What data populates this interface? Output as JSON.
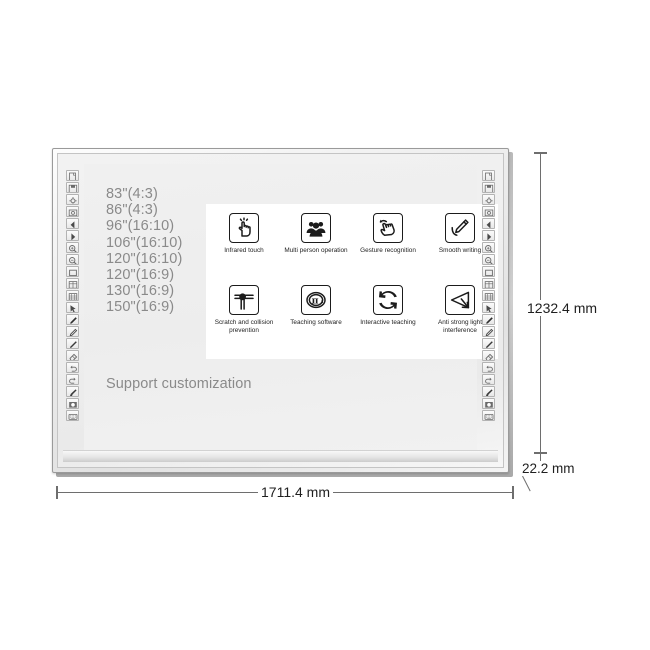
{
  "product": {
    "type": "interactive-whiteboard",
    "screen": {
      "size_options_heading": "",
      "size_options": [
        "83\"(4:3)",
        "86\"(4:3)",
        "96\"(16:10)",
        "106\"(16:10)",
        "120\"(16:10)",
        "120\"(16:9)",
        "130\"(16:9)",
        "150\"(16:9)"
      ],
      "customization_note": "Support customization"
    },
    "features": [
      {
        "icon": "infrared-touch-icon",
        "label": "Infrared touch"
      },
      {
        "icon": "multi-person-icon",
        "label": "Multi person operation"
      },
      {
        "icon": "gesture-recognition-icon",
        "label": "Gesture recognition"
      },
      {
        "icon": "smooth-writing-icon",
        "label": "Smooth writing"
      },
      {
        "icon": "scratch-prevention-icon",
        "label": "Scratch and collision prevention"
      },
      {
        "icon": "teaching-software-icon",
        "label": "Teaching software"
      },
      {
        "icon": "interactive-teaching-icon",
        "label": "Interactive teaching"
      },
      {
        "icon": "anti-glare-icon",
        "label": "Anti strong light interference"
      }
    ],
    "dimensions": {
      "width": "1711.4 mm",
      "height": "1232.4 mm",
      "thickness": "22.2 mm"
    },
    "colors": {
      "background": "#ffffff",
      "bezel": "#e2e2e2",
      "screen": "#eeeeee",
      "panel": "#ffffff",
      "text_gray": "#8a8a8a",
      "dimension_line": "#6e6e6e",
      "icon_stroke": "#1b1b1b"
    }
  },
  "toolbar": {
    "left_strip_label": "Left tool strip",
    "right_strip_label": "Right tool strip",
    "icons": [
      "new-page-icon",
      "save-icon",
      "settings-icon",
      "screenshot-icon",
      "prev-page-icon",
      "next-page-icon",
      "zoom-in-icon",
      "zoom-out-icon",
      "shape-rect-icon",
      "shape-table-icon",
      "shape-grid-icon",
      "select-icon",
      "pen-icon",
      "highlighter-icon",
      "marker-icon",
      "eraser-icon",
      "undo-icon",
      "redo-icon",
      "brush-icon",
      "spotlight-icon",
      "keyboard-icon"
    ]
  }
}
